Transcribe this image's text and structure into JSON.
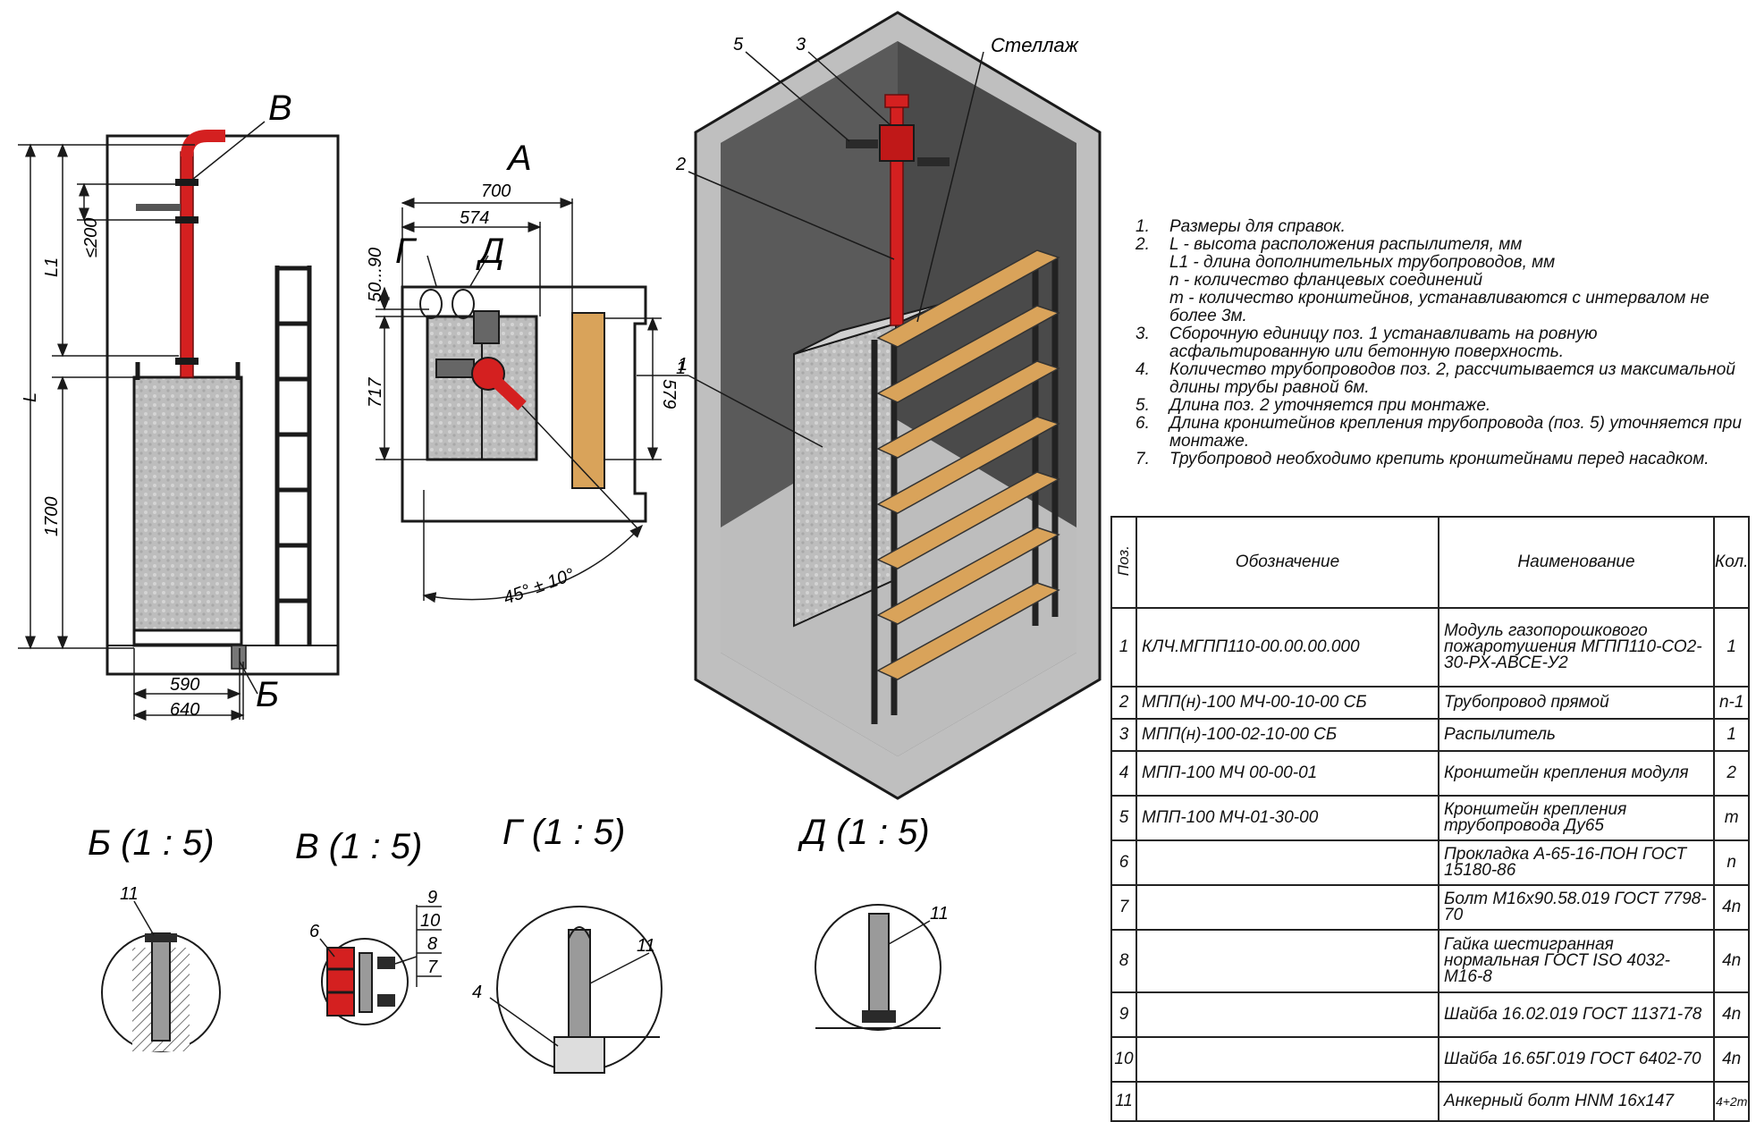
{
  "views": {
    "side": {
      "label_b": "Б",
      "label_v": "В",
      "dim_L": "L",
      "dim_L1": "L1",
      "dim_le200": "≤200",
      "dim_1700": "1700",
      "dim_590": "590",
      "dim_640": "640"
    },
    "top": {
      "title": "А",
      "label_g": "Г",
      "label_d": "Д",
      "dim_700": "700",
      "dim_574": "574",
      "dim_50_90": "50...90",
      "dim_717": "717",
      "dim_579": "579",
      "callout_1": "1",
      "angle": "45° ± 10°"
    },
    "iso": {
      "label_rack": "Стеллаж",
      "callout_5": "5",
      "callout_3": "3",
      "callout_2": "2",
      "callout_1": "1"
    }
  },
  "details": [
    {
      "title": "Б (1 : 5)",
      "callouts": [
        "11"
      ]
    },
    {
      "title": "В (1 : 5)",
      "callouts": [
        "6",
        "9",
        "10",
        "8",
        "7"
      ]
    },
    {
      "title": "Г (1 : 5)",
      "callouts": [
        "11",
        "4"
      ]
    },
    {
      "title": "Д (1 : 5)",
      "callouts": [
        "11"
      ]
    }
  ],
  "notes": [
    {
      "num": "1.",
      "text": "Размеры для справок."
    },
    {
      "num": "2.",
      "text": "L - высота расположения распылителя, мм\nL1 - длина дополнительных трубопроводов, мм\nn - количество фланцевых соединений\nm - количество кронштейнов, устанавливаются с интервалом не более 3м."
    },
    {
      "num": "3.",
      "text": "Сборочную единицу поз. 1 устанавливать на ровную асфальтированную или бетонную поверхность."
    },
    {
      "num": "4.",
      "text": "Количество трубопроводов поз. 2, рассчитывается из максимальной длины трубы равной 6м."
    },
    {
      "num": "5.",
      "text": "Длина поз. 2 уточняется при монтаже."
    },
    {
      "num": "6.",
      "text": "Длина кронштейнов крепления трубопровода (поз. 5) уточняется при монтаже."
    },
    {
      "num": "7.",
      "text": "Трубопровод необходимо крепить кронштейнами перед насадком."
    }
  ],
  "spec_table": {
    "headers": {
      "pos": "Поз.",
      "designation": "Обозначение",
      "name": "Наименование",
      "qty": "Кол."
    },
    "rows": [
      {
        "pos": "1",
        "designation": "КЛЧ.МГПП110-00.00.00.000",
        "name": "Модуль газопорошкового пожаротушения МГПП110-СО2-30-РХ-АВСЕ-У2",
        "qty": "1"
      },
      {
        "pos": "2",
        "designation": "МПП(н)-100 МЧ-00-10-00 СБ",
        "name": "Трубопровод прямой",
        "qty": "n-1"
      },
      {
        "pos": "3",
        "designation": "МПП(н)-100-02-10-00 СБ",
        "name": "Распылитель",
        "qty": "1"
      },
      {
        "pos": "4",
        "designation": "МПП-100 МЧ 00-00-01",
        "name": "Кронштейн крепления модуля",
        "qty": "2"
      },
      {
        "pos": "5",
        "designation": "МПП-100 МЧ-01-30-00",
        "name": "Кронштейн крепления трубопровода Ду65",
        "qty": "m"
      },
      {
        "pos": "6",
        "designation": "",
        "name": "Прокладка А-65-16-ПОН ГОСТ 15180-86",
        "qty": "n"
      },
      {
        "pos": "7",
        "designation": "",
        "name": "Болт М16х90.58.019 ГОСТ 7798-70",
        "qty": "4n"
      },
      {
        "pos": "8",
        "designation": "",
        "name": "Гайка шестигранная нормальная ГОСТ ISO 4032-М16-8",
        "qty": "4n"
      },
      {
        "pos": "9",
        "designation": "",
        "name": "Шайба 16.02.019 ГОСТ 11371-78",
        "qty": "4n"
      },
      {
        "pos": "10",
        "designation": "",
        "name": "Шайба 16.65Г.019 ГОСТ 6402-70",
        "qty": "4n"
      },
      {
        "pos": "11",
        "designation": "",
        "name": "Анкерный болт HNM 16х147",
        "qty": "4+2m"
      }
    ]
  },
  "colors": {
    "pipe": "#d42020",
    "wood": "#d9a35a",
    "steel": "#c9c9c9",
    "line": "#1a1a1a"
  }
}
